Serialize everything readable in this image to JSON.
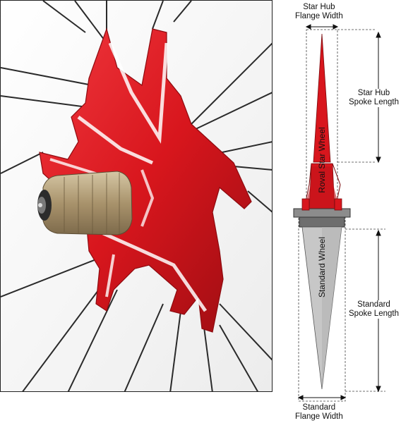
{
  "figure": {
    "photo_label": "",
    "diagram": {
      "top_label": [
        "Star Hub",
        "Flange Width"
      ],
      "right_upper_label": [
        "Star Hub",
        "Spoke Length"
      ],
      "right_lower_label": [
        "Standard",
        "Spoke Length"
      ],
      "bottom_label": [
        "Standard",
        "Flange Width"
      ],
      "upper_cone_text": "Roval Star Wheel",
      "lower_cone_text": "Standard Wheel"
    },
    "colors": {
      "star_red": "#d8161d",
      "standard_gray": "#c7c7c7",
      "hub_gray": "#7a7a7a",
      "cassette_gold": "#b7a27d",
      "spoke_dark": "#2a2a2a"
    }
  }
}
